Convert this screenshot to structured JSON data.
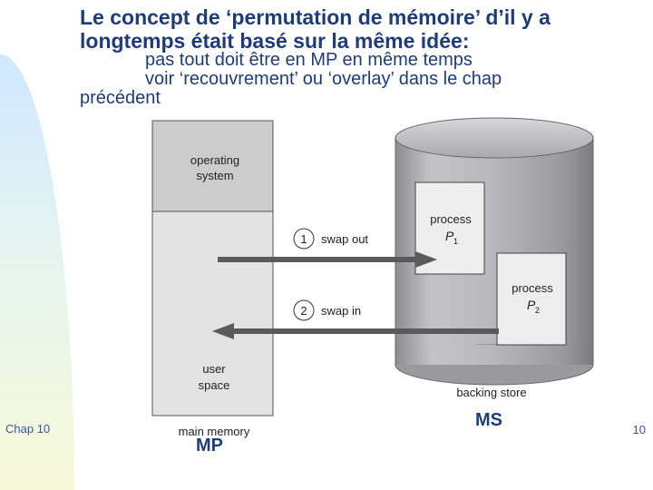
{
  "slide": {
    "title": "Le concept de ‘permutation de mémoire’ d’il y a longtemps était basé sur la même idée:",
    "sub_line1": "pas tout doit être en MP en même temps",
    "sub_line2": "voir ‘recouvrement’ ou ‘overlay’ dans le chap",
    "sub_line3": "précédent",
    "footer_left": "Chap 10",
    "page_number": "10",
    "label_mp": "MP",
    "label_ms": "MS"
  },
  "diagram": {
    "os_line1": "operating",
    "os_line2": "system",
    "user_line1": "user",
    "user_line2": "space",
    "main_memory": "main memory",
    "backing_store": "backing store",
    "step1_number": "1",
    "step1_label": "swap out",
    "step2_number": "2",
    "step2_label": "swap in",
    "p1_word": "process",
    "p1_letter": "P",
    "p1_sub": "1",
    "p2_word": "process",
    "p2_letter": "P",
    "p2_sub": "2"
  },
  "colors": {
    "title": "#1f3c78",
    "os_region": "#cccccc",
    "user_region": "#e3e3e3",
    "cylinder_body": "#b5b5b8",
    "process_box": "#eeeeee",
    "arrow": "#5a5a5a"
  }
}
